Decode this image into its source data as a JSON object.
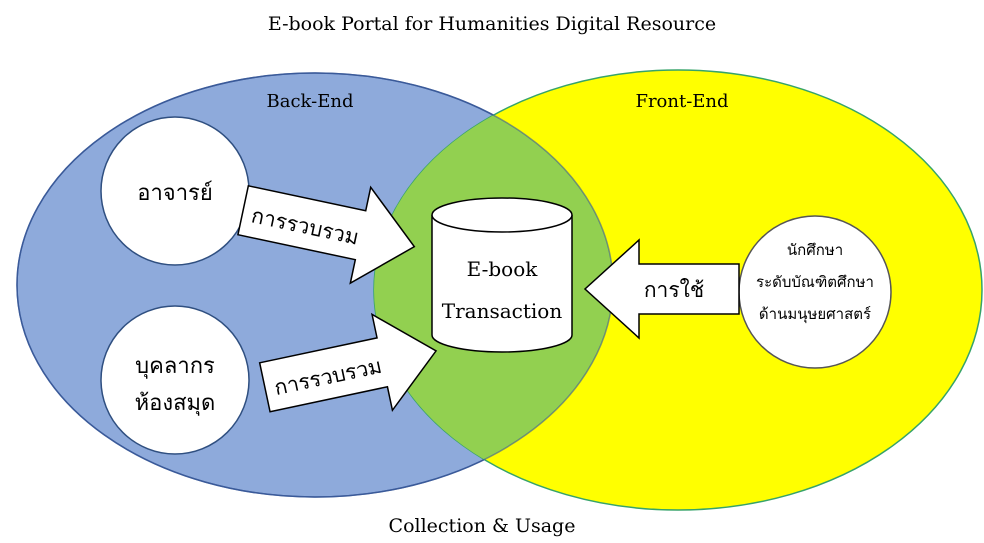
{
  "title": "E-book Portal for Humanities Digital Resource",
  "footer": "Collection & Usage",
  "regions": {
    "back_end": {
      "label": "Back-End",
      "color": "#8eaadb"
    },
    "front_end": {
      "label": "Front-End",
      "color": "#ffff00"
    },
    "overlap_color": "#92d050"
  },
  "actors": {
    "professor": "อาจารย์",
    "library_staff_line1": "บุคลากร",
    "library_staff_line2": "ห้องสมุด",
    "student_line1": "นักศึกษา",
    "student_line2": "ระดับบัณฑิตศึกษา",
    "student_line3": "ด้านมนุษยศาสตร์"
  },
  "database": {
    "line1": "E-book",
    "line2": "Transaction"
  },
  "arrows": {
    "collect_top": "การรวบรวม",
    "collect_bottom": "การรวบรวม",
    "use": "การใช้"
  }
}
